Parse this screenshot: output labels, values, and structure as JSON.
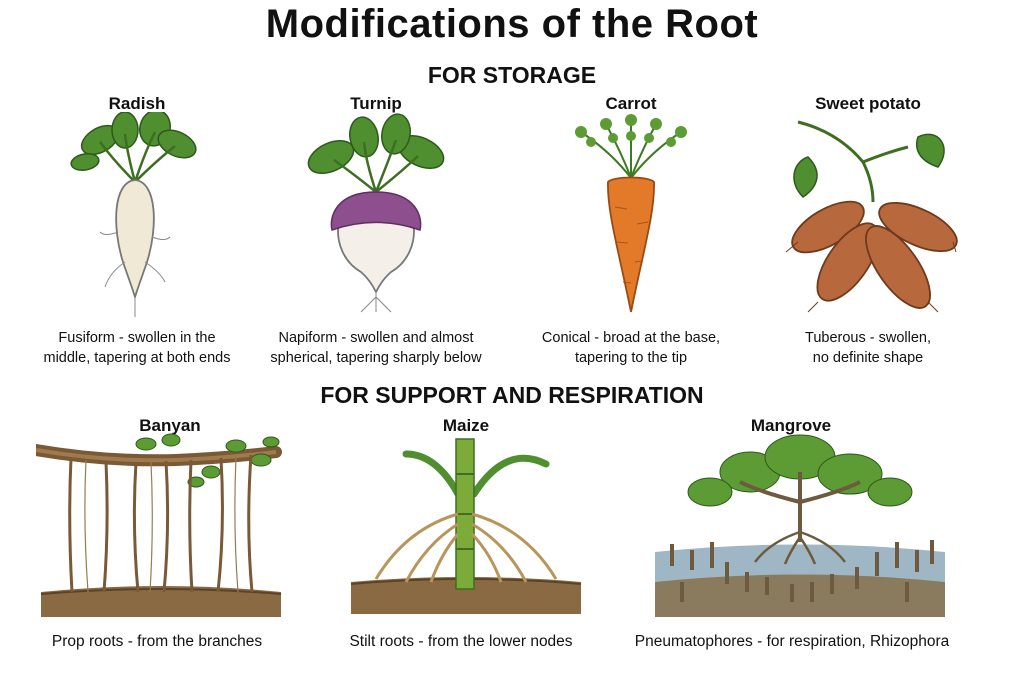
{
  "title": "Modifications of the Root",
  "sections": {
    "storage": "FOR STORAGE",
    "support": "FOR SUPPORT AND RESPIRATION"
  },
  "storage_roots": [
    {
      "name": "Radish",
      "line1": "Fusiform - swollen in the",
      "line2": "middle, tapering at both ends"
    },
    {
      "name": "Turnip",
      "line1": "Napiform - swollen and almost",
      "line2": "spherical, tapering sharply below"
    },
    {
      "name": "Carrot",
      "line1": "Conical - broad at the base,",
      "line2": "tapering to the tip"
    },
    {
      "name": "Sweet potato",
      "line1": "Tuberous - swollen,",
      "line2": "no definite shape"
    }
  ],
  "support_roots": [
    {
      "name": "Banyan",
      "caption": "Prop roots - from the branches"
    },
    {
      "name": "Maize",
      "caption": "Stilt roots - from the lower nodes"
    },
    {
      "name": "Mangrove",
      "caption": "Pneumatophores - for respiration, Rhizophora"
    }
  ],
  "colors": {
    "leaf": "#4f8f2f",
    "radish": "#efe9d6",
    "turnip_top": "#8e4f8f",
    "carrot": "#e27a2a",
    "sweet_potato": "#b8683d",
    "soil": "#8a6a42",
    "water": "#9fb7c4"
  }
}
